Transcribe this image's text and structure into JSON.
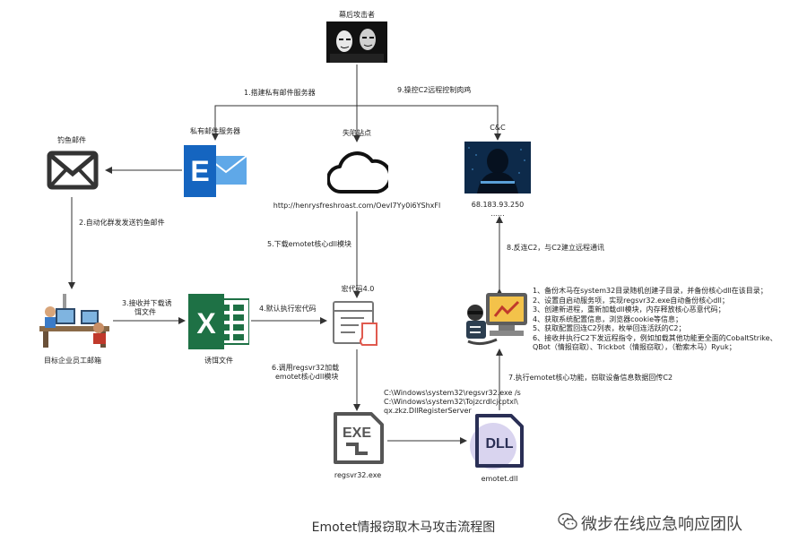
{
  "nodes": {
    "attacker": {
      "label": "幕后攻击者"
    },
    "mail_server": {
      "label": "私有邮件服务器"
    },
    "site": {
      "label": "失陷站点",
      "url": "http://henrysfreshroast.com/OevI7Yy0i6YShxFl"
    },
    "c2": {
      "label": "C&C",
      "ip": "68.183.93.250",
      "more": "......"
    },
    "phish_mail": {
      "label": "钓鱼邮件"
    },
    "employee": {
      "label": "目标企业员工邮箱"
    },
    "excel": {
      "label": "诱饵文件"
    },
    "macro": {
      "label": "宏代码4.0"
    },
    "regsvr": {
      "label": "regsvr32.exe"
    },
    "dll": {
      "label": "emotet.dll"
    }
  },
  "edges": {
    "e1": "1.搭建私有邮件服务器",
    "e2": "2.自动化群发发送钓鱼邮件",
    "e3a": "3.接收并下载诱",
    "e3b": "饵文件",
    "e4": "4.默认执行宏代码",
    "e5": "5.下载emotet核心dll模块",
    "e6a": "6.调用regsvr32加载",
    "e6b": "emotet核心dll模块",
    "e7": "7.执行emotet核心功能，窃取设备信息数据回传C2",
    "e8": "8.反连C2，与C2建立远程通讯",
    "e9": "9.操控C2远程控制肉鸡"
  },
  "commands": [
    "C:\\Windows\\system32\\regsvr32.exe /s",
    "C:\\Windows\\system32\\Tojzcrdlcjcptxl\\",
    "qx.zkz.DllRegisterServer"
  ],
  "steps": [
    "1、备份木马在system32目录随机创建子目录，并备份核心dll在该目录；",
    "2、设置自启动服务项，实现regsvr32.exe自动备份核心dll；",
    "3、创建新进程，重新加载dll模块，内存释放核心恶意代码；",
    "4、获取系统配置信息，浏览器cookie等信息；",
    "5、获取配置回连C2列表，枚举回连活跃的C2；",
    "6、接收并执行C2下发远程指令，例如加载其他功能更全面的CobaltStrike、",
    "QBot（情报窃取）、Trickbot（情报窃取），（勒索木马）Ryuk；"
  ],
  "footer": {
    "title": "Emotet情报窃取木马攻击流程图",
    "brand": "微步在线应急响应团队"
  },
  "colors": {
    "outlook_blue": "#1565c0",
    "excel_green": "#1e7145",
    "line": "#333333",
    "cc_bg": "#0d2a4a"
  },
  "icons": [
    "hacker-icon",
    "outlook-icon",
    "cloud-icon",
    "cc-hacker-icon",
    "envelope-icon",
    "office-workers-icon",
    "excel-icon",
    "macro-document-icon",
    "computer-thief-icon",
    "exe-file-icon",
    "dll-file-icon",
    "wechat-icon"
  ]
}
